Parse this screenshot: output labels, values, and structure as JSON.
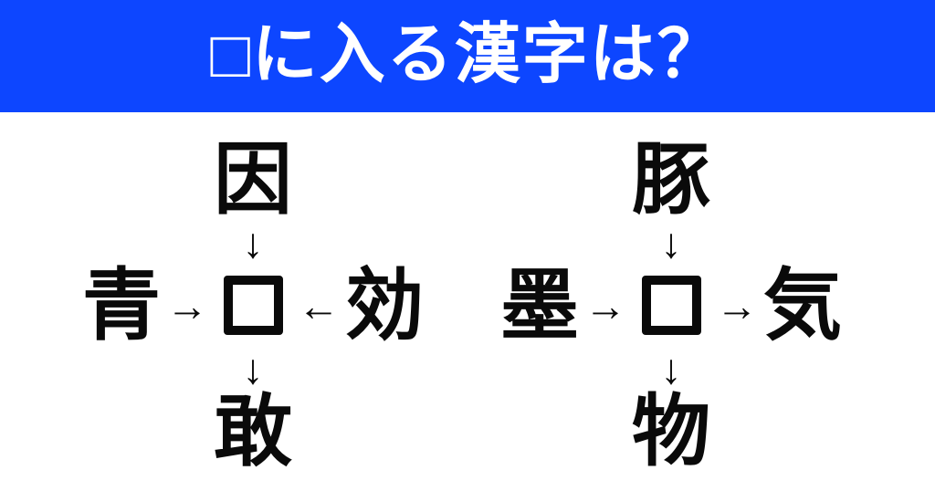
{
  "header": {
    "title": "□に入る漢字は？",
    "background_color": "#0d46ff",
    "text_color": "#ffffff"
  },
  "puzzles": [
    {
      "top": "因",
      "left": "青",
      "right": "効",
      "bottom": "敢",
      "center_placeholder": "□",
      "arrows": {
        "from_top": "↓",
        "from_left": "→",
        "from_right": "←",
        "to_bottom": "↓"
      }
    },
    {
      "top": "豚",
      "left": "墨",
      "right": "気",
      "bottom": "物",
      "center_placeholder": "□",
      "arrows": {
        "from_top": "↓",
        "from_left": "→",
        "to_right": "→",
        "to_bottom": "↓"
      }
    }
  ],
  "colors": {
    "ink": "#0a0a0a",
    "background": "#ffffff"
  }
}
